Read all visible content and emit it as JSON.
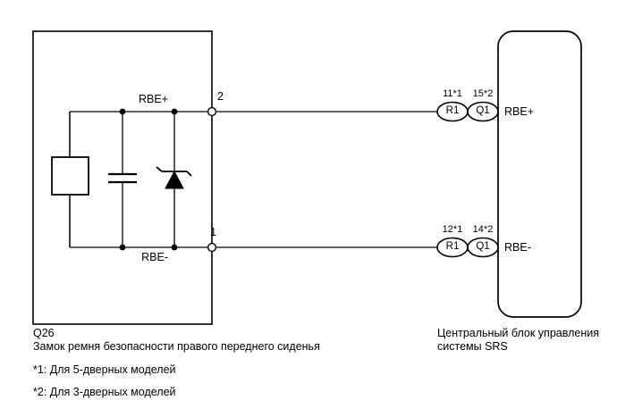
{
  "diagram": {
    "type": "wiring-diagram",
    "stroke_color": "#000000",
    "background_color": "#ffffff",
    "left_component": {
      "code": "Q26",
      "caption": "Замок ремня безопасности правого переднего сиденья",
      "internal_parts": [
        {
          "name": "switch-box",
          "symbol": "rectangle"
        },
        {
          "name": "capacitor",
          "symbol": "capacitor"
        },
        {
          "name": "zener-diode",
          "symbol": "zener-diode"
        }
      ],
      "pins": [
        {
          "number": "2",
          "signal": "RBE+"
        },
        {
          "number": "1",
          "signal": "RBE-"
        }
      ]
    },
    "right_component": {
      "caption_line1": "Центральный блок управления",
      "caption_line2": "системы SRS",
      "pins": [
        {
          "signal": "RBE+",
          "terminals": [
            {
              "number": "11*1",
              "connector": "R1"
            },
            {
              "number": "15*2",
              "connector": "Q1"
            }
          ]
        },
        {
          "signal": "RBE-",
          "terminals": [
            {
              "number": "12*1",
              "connector": "R1"
            },
            {
              "number": "14*2",
              "connector": "Q1"
            }
          ]
        }
      ]
    },
    "footnotes": [
      "*1: Для 5-дверных моделей",
      "*2: Для 3-дверных моделей"
    ]
  }
}
